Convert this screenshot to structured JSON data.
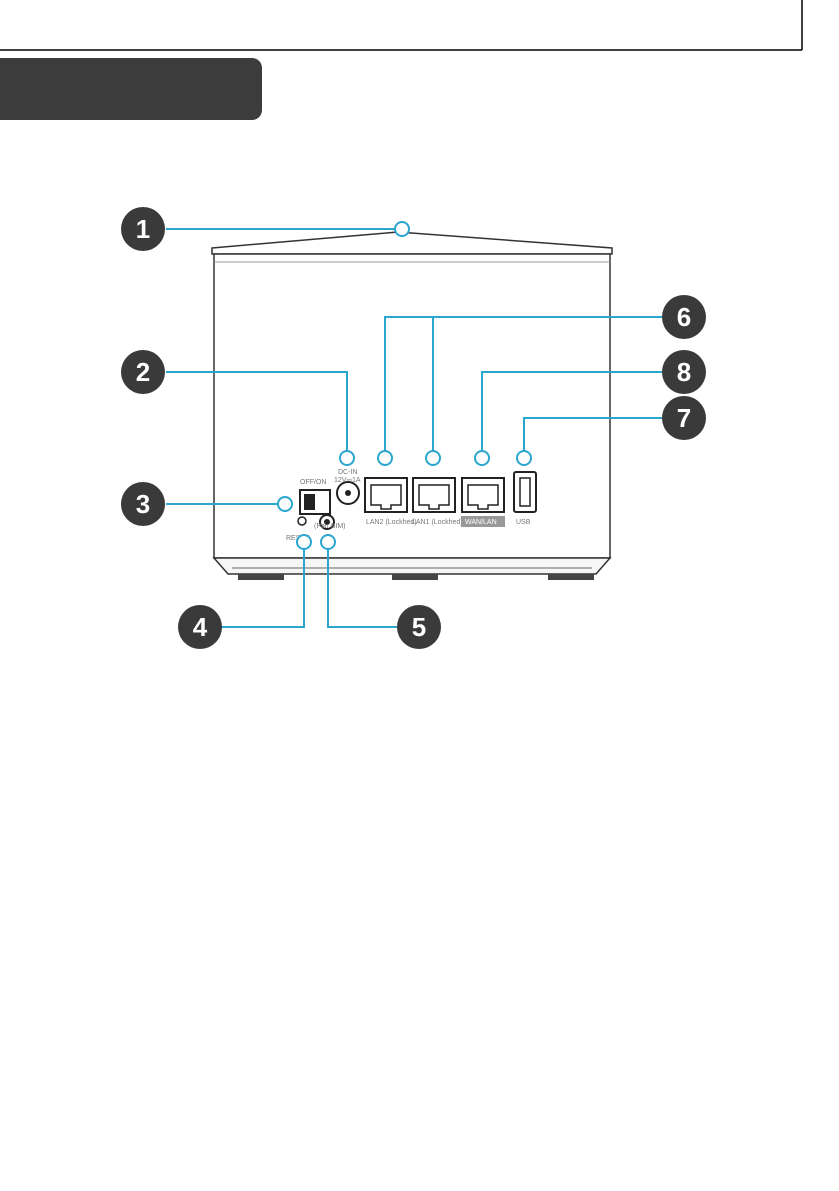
{
  "header": {
    "tab_text": ""
  },
  "device": {
    "switch_label": "OFF/ON",
    "dc_label_line1": "DC-IN",
    "dc_label_line2": "12V⎓1A",
    "lan2_label": "LAN2 (Lockhed)",
    "lan1_label": "LAN1 (Lockhed)",
    "wan_label": "WAN/LAN",
    "usb_label": "USB",
    "reset_label": "RESET",
    "pair_label": "(Pair SIM)"
  },
  "callouts": [
    {
      "number": "1"
    },
    {
      "number": "2"
    },
    {
      "number": "3"
    },
    {
      "number": "4"
    },
    {
      "number": "5"
    },
    {
      "number": "6"
    },
    {
      "number": "7"
    },
    {
      "number": "8"
    }
  ],
  "colors": {
    "leader": "#2aa6cf",
    "callout": "#3a3a3a",
    "header_tab": "#3c3c3c"
  }
}
